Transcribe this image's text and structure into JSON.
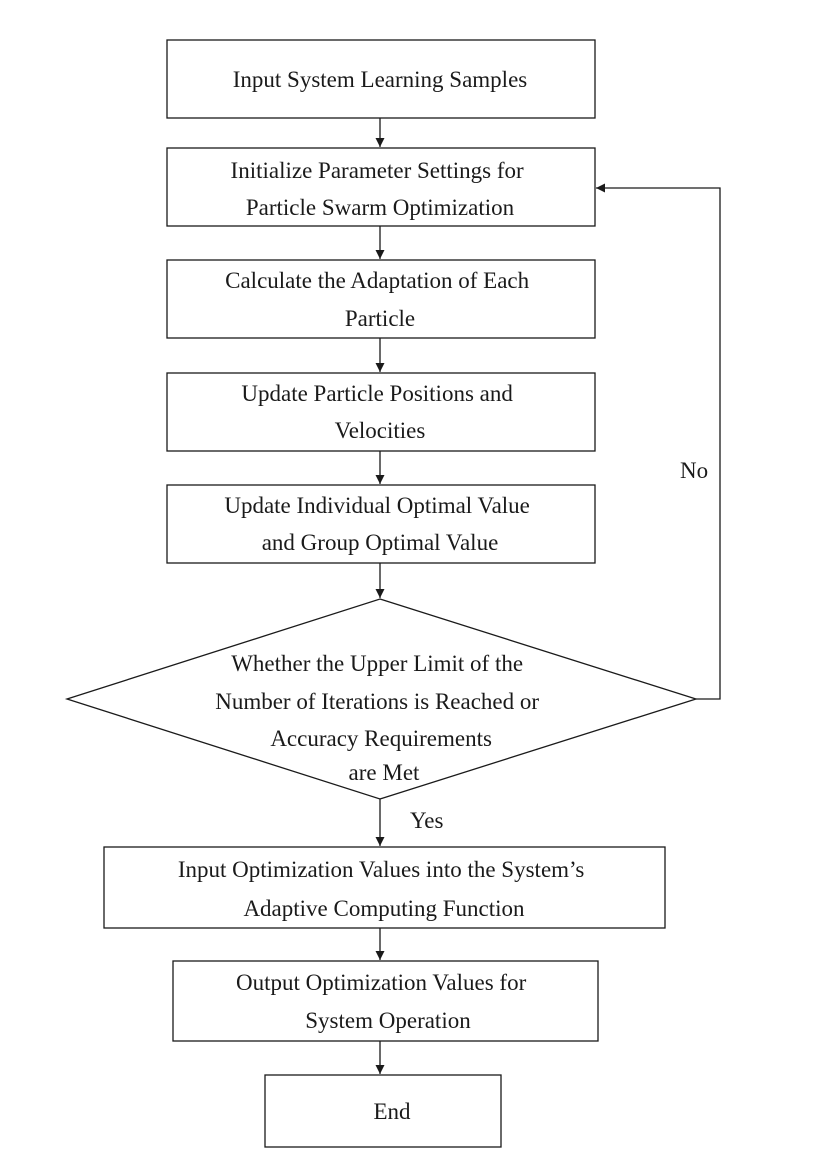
{
  "diagram": {
    "nodes": {
      "input_samples": [
        "Input System Learning Samples"
      ],
      "init_params": [
        "Initialize Parameter Settings for",
        "Particle Swarm Optimization"
      ],
      "calc_adaptation": [
        "Calculate the Adaptation of Each",
        "Particle"
      ],
      "update_positions": [
        "Update Particle Positions and",
        "Velocities"
      ],
      "update_optimal": [
        "Update Individual Optimal Value",
        "and Group Optimal Value"
      ],
      "decision": [
        "Whether the Upper Limit of the",
        "Number of Iterations is Reached or",
        "Accuracy Requirements",
        "are Met"
      ],
      "input_optimization": [
        "Input Optimization Values into the System’s",
        "Adaptive Computing Function"
      ],
      "output_optimization": [
        "Output Optimization Values for",
        "System Operation"
      ],
      "end": [
        "End"
      ]
    },
    "edges": {
      "no_label": "No",
      "yes_label": "Yes"
    }
  },
  "style": {
    "line_color": "#1a1a1a",
    "background": "#ffffff"
  }
}
